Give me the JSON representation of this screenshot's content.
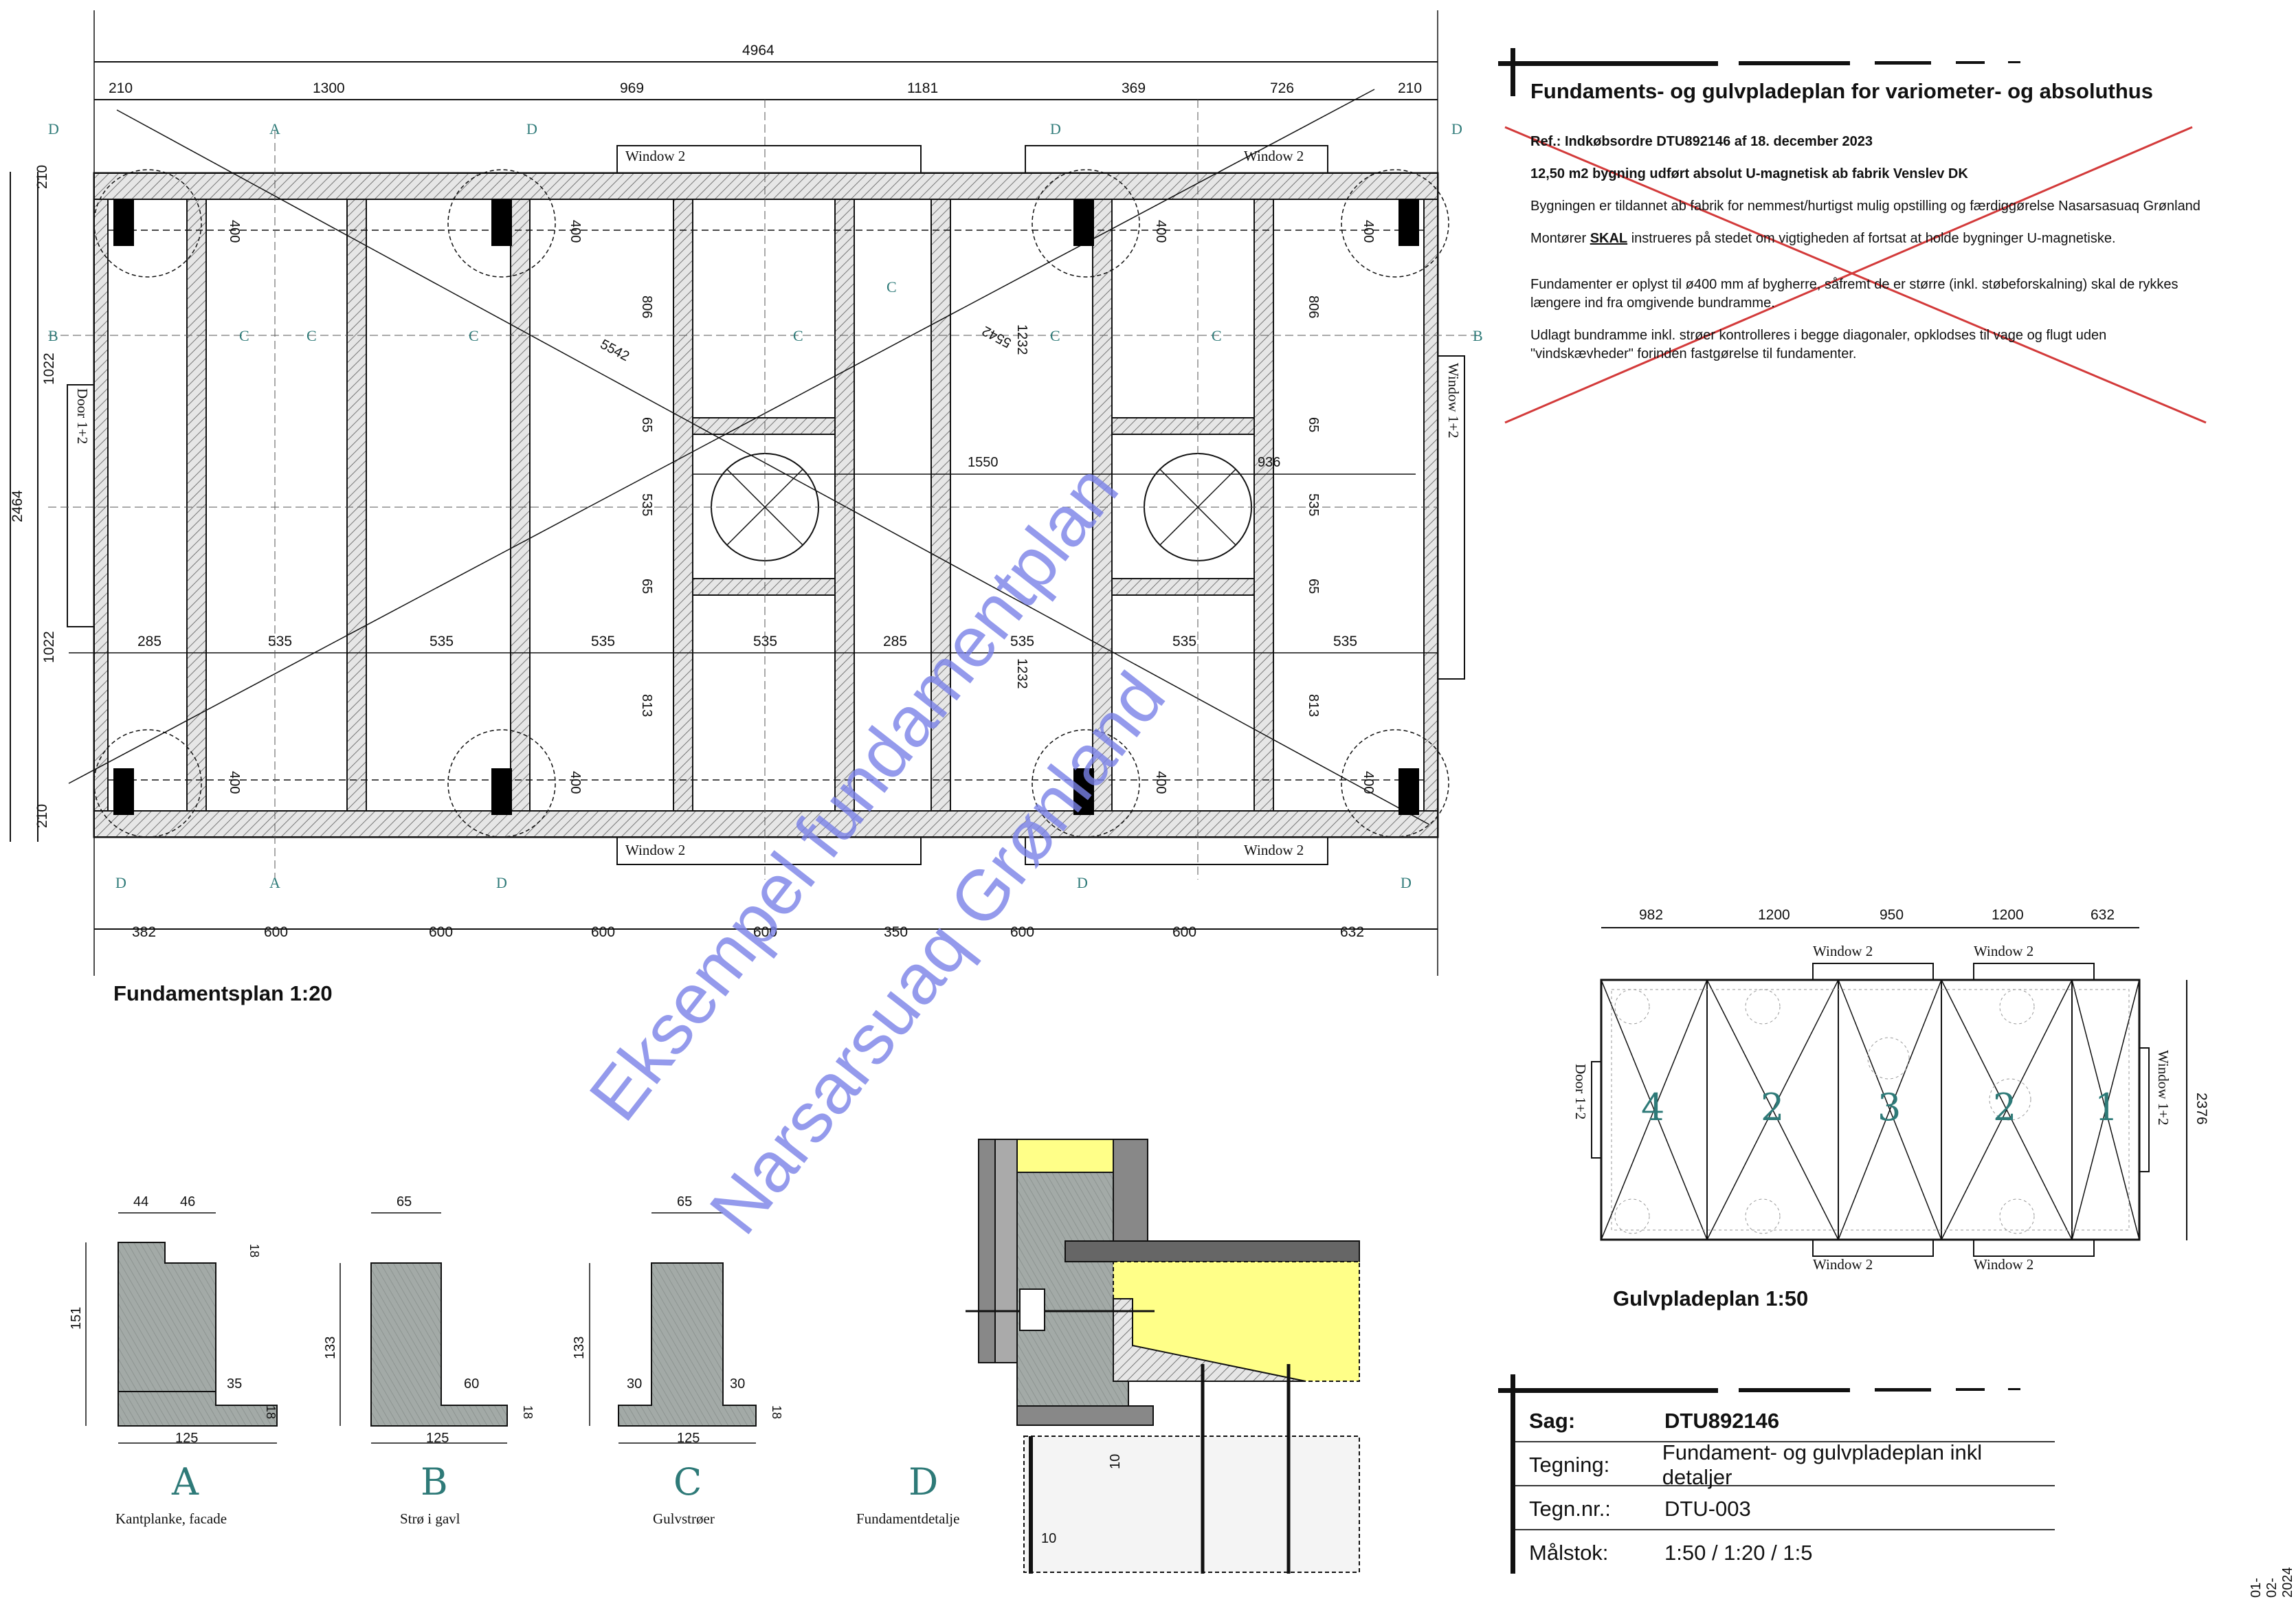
{
  "drawing": {
    "title": "Fundaments- og gulvpladeplan for variometer- og absoluthus",
    "ref": "Ref.: Indkøbsordre DTU892146 af 18. december 2023",
    "building": "12,50 m2 bygning udført absolut U-magnetisk ab fabrik Venslev DK",
    "note1": "Bygningen er tildannet ab fabrik for nemmest/hurtigst mulig opstilling og færdiggørelse Nasarsasuaq Grønland",
    "note2_pre": "Montører ",
    "note2_em": "SKAL",
    "note2_post": " instrueres på stedet om vigtigheden af fortsat at holde bygninger U-magnetiske.",
    "note3": "Fundamenter er oplyst til ø400 mm af bygherre, såfremt de er større (inkl. støbeforskalning) skal de rykkes længere ind fra omgivende bundramme.",
    "note4": "Udlagt bundramme inkl. strøer kontrolleres i begge diagonaler, opklodses til vage og flugt uden \"vindskævheder\" forinden fastgørelse til fundamenter."
  },
  "watermark": {
    "line1": "Eksempel fundamentplan",
    "line2": "Narsarsuaq Grønland"
  },
  "fundamentsplan": {
    "caption": "Fundamentsplan 1:20",
    "overall_width": "4964",
    "top_dims": [
      "210",
      "1300",
      "969",
      "1181",
      "369",
      "726",
      "210"
    ],
    "bottom_dims": [
      "382",
      "600",
      "600",
      "600",
      "600",
      "350",
      "600",
      "600",
      "632"
    ],
    "left_dims": [
      "210",
      "1022",
      "2464",
      "1022",
      "210"
    ],
    "joist_dims": [
      "285",
      "535",
      "535",
      "535",
      "535",
      "285",
      "535",
      "535",
      "535"
    ],
    "inner_dims": [
      "400",
      "400",
      "400",
      "400",
      "400",
      "400",
      "400",
      "400",
      "806",
      "806",
      "65",
      "65",
      "535",
      "535",
      "65",
      "65",
      "813",
      "813",
      "1232",
      "1232",
      "1550",
      "936",
      "5542",
      "5542"
    ],
    "section_marks": [
      "D",
      "A",
      "D",
      "D",
      "D",
      "B",
      "B",
      "C",
      "C",
      "C",
      "C",
      "C",
      "C",
      "C",
      "D",
      "A",
      "D",
      "D",
      "D"
    ],
    "openings": {
      "window_top_left": "Window 2",
      "window_top_right": "Window 2",
      "window_bottom_left": "Window 2",
      "window_bottom_right": "Window 2",
      "door": "Door 1+2",
      "window_side": "Window 1+2"
    }
  },
  "gulvpladeplan": {
    "caption": "Gulvpladeplan 1:50",
    "top_dims": [
      "982",
      "1200",
      "950",
      "1200",
      "632"
    ],
    "side_dim": "2376",
    "panels": [
      "4",
      "2",
      "3",
      "2",
      "1"
    ],
    "windows": [
      "Window 2",
      "Window 2",
      "Window 2",
      "Window 2"
    ],
    "door": "Door 1+2",
    "window_side": "Window 1+2"
  },
  "details": {
    "A": {
      "letter": "A",
      "caption": "Kantplanke, facade",
      "dims": [
        "44",
        "46",
        "151",
        "18",
        "35",
        "18",
        "125"
      ]
    },
    "B": {
      "letter": "B",
      "caption": "Strø i gavl",
      "dims": [
        "65",
        "133",
        "60",
        "18",
        "125"
      ]
    },
    "C": {
      "letter": "C",
      "caption": "Gulvstrøer",
      "dims": [
        "65",
        "133",
        "30",
        "30",
        "18",
        "125"
      ]
    },
    "D": {
      "letter": "D",
      "caption": "Fundamentdetalje",
      "dims": [
        "10",
        "10"
      ]
    }
  },
  "titleblock": {
    "sag_label": "Sag:",
    "sag": "DTU892146",
    "tegning_label": "Tegning:",
    "tegning": "Fundament- og gulvpladeplan inkl detaljer",
    "tegnnr_label": "Tegn.nr.:",
    "tegnnr": "DTU-003",
    "malstok_label": "Målstok:",
    "malstok": "1:50 / 1:20 / 1:5"
  },
  "date": "01-02-2024",
  "colors": {
    "accent": "#2e7a78",
    "watermark": "#7a82e8",
    "insulation": "#ffff88",
    "concrete": "#a8acaa",
    "cross": "#d33a3a"
  }
}
